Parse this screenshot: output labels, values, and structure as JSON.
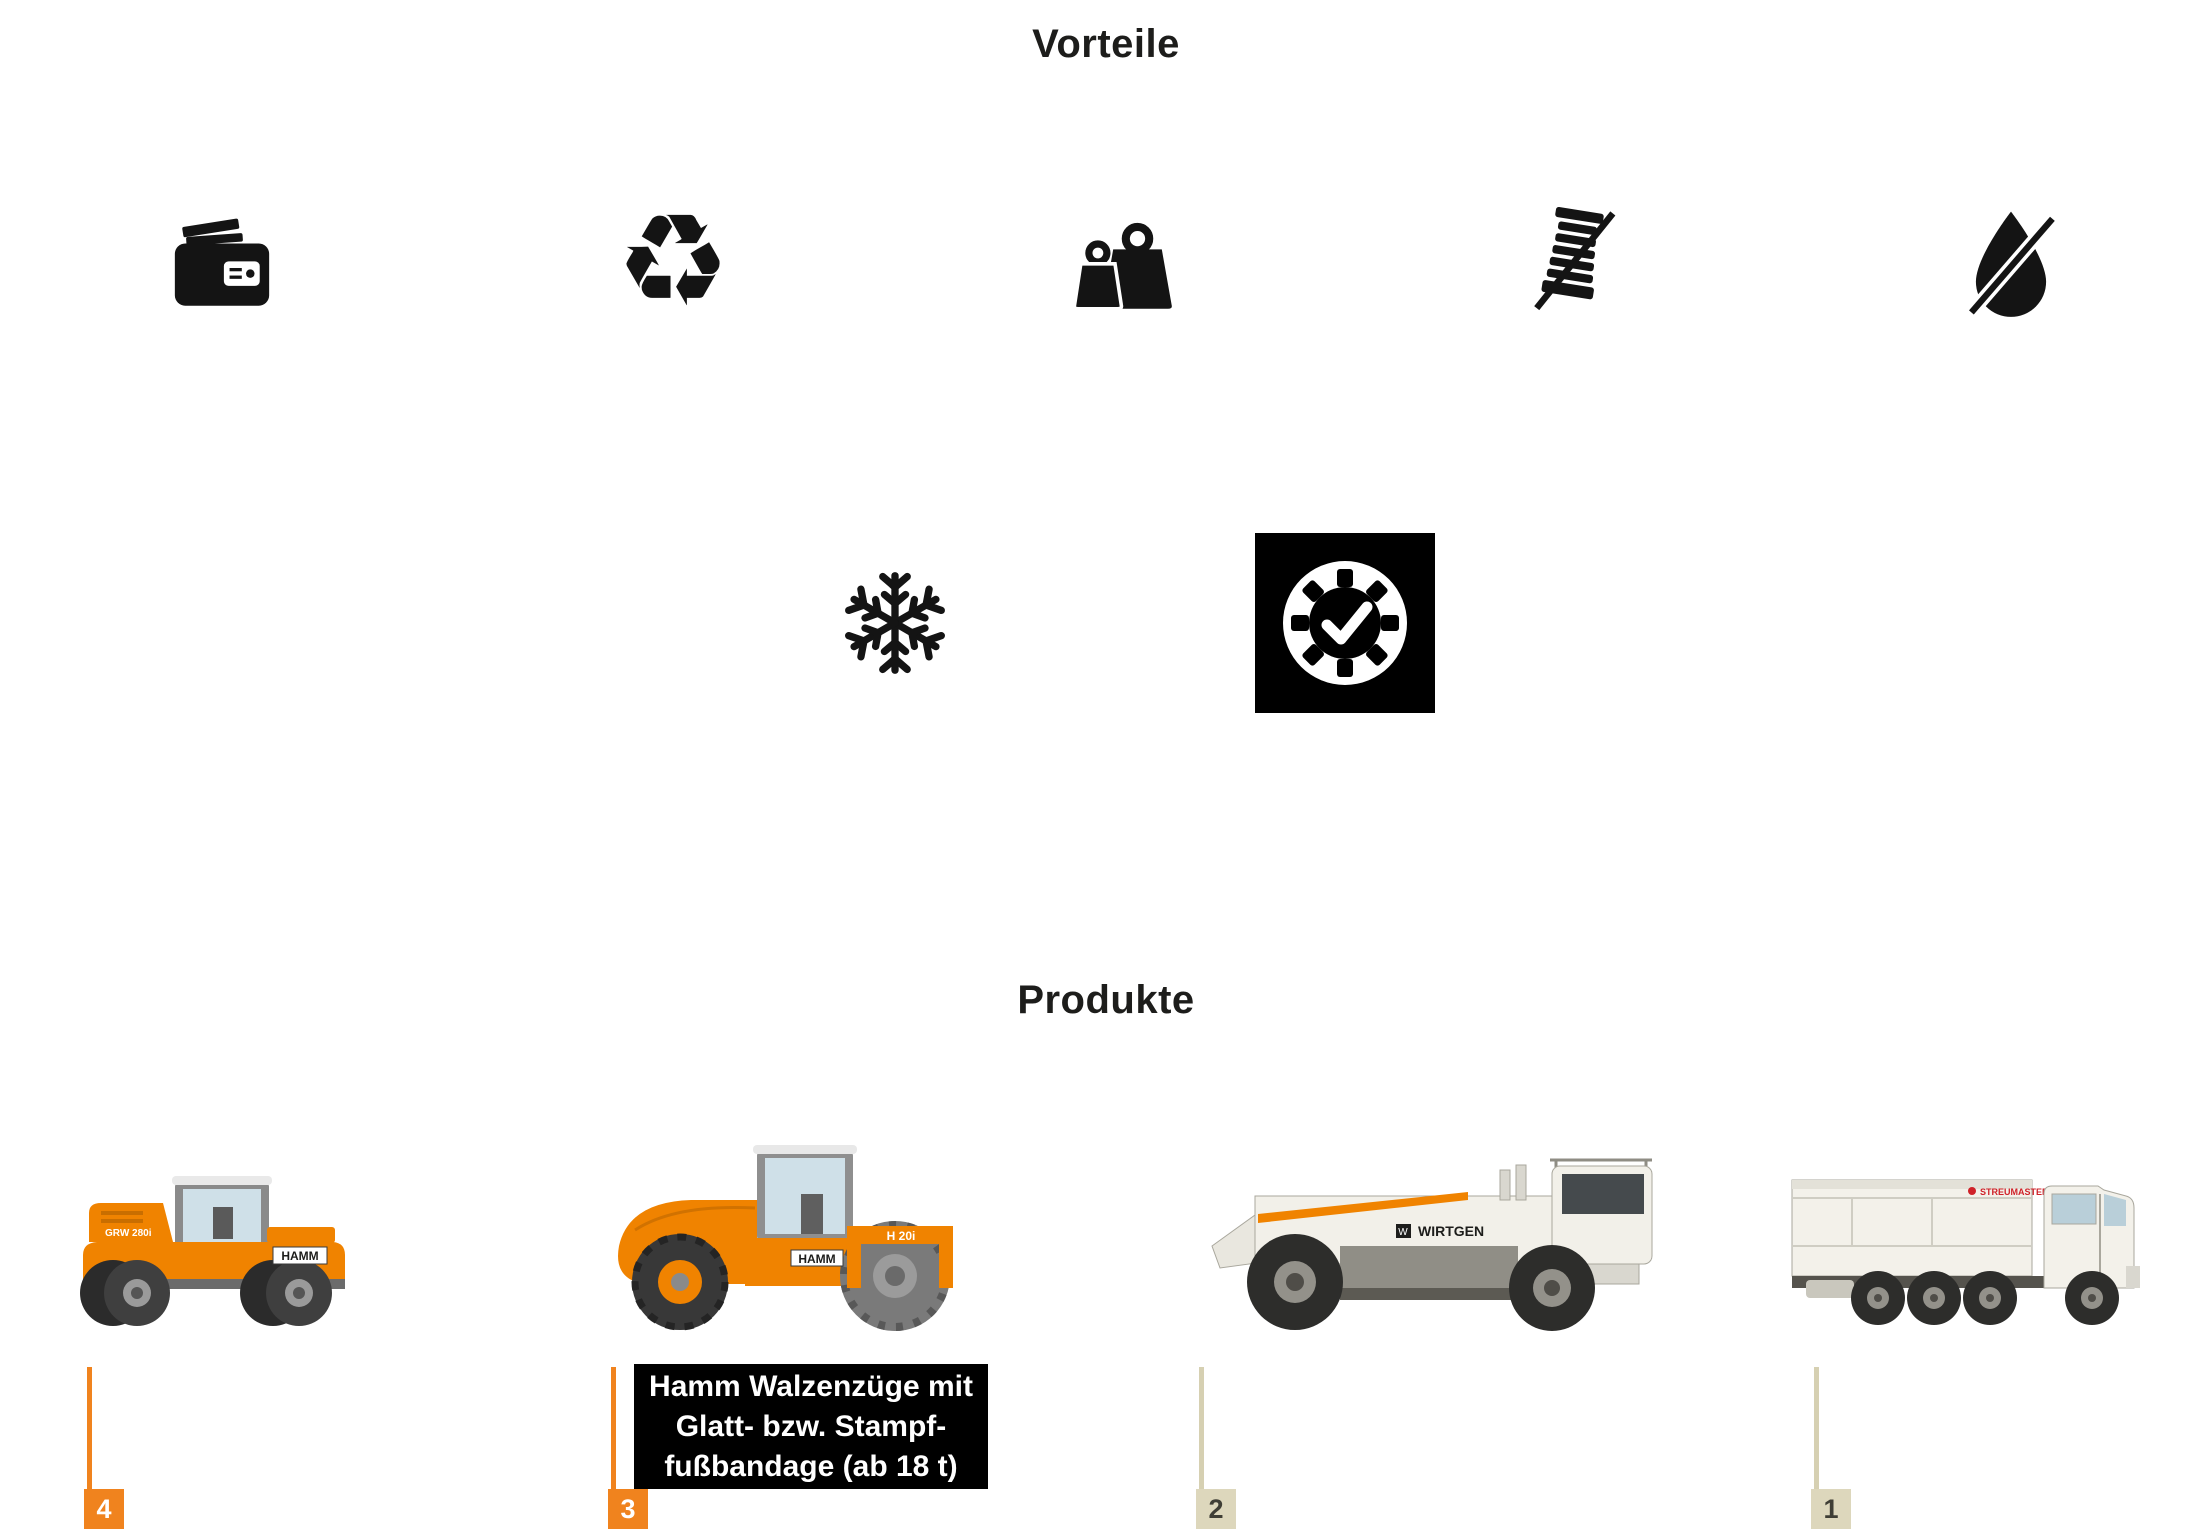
{
  "vorteile": {
    "title": "Vorteile",
    "icons": [
      {
        "name": "wallet-icon"
      },
      {
        "name": "recycling-icon",
        "glyph": "♻"
      },
      {
        "name": "weights-icon"
      },
      {
        "name": "no-settlement-tower-icon"
      },
      {
        "name": "no-water-drop-icon"
      },
      {
        "name": "snowflake-icon"
      },
      {
        "name": "gear-check-icon"
      }
    ]
  },
  "produkte": {
    "title": "Produkte",
    "items": [
      {
        "number": "4",
        "badge_color": "#f0831e",
        "labels": {
          "brand": "HAMM",
          "model": "GRW 280i"
        }
      },
      {
        "number": "3",
        "badge_color": "#f0831e",
        "labels": {
          "brand": "HAMM",
          "model": "H 20i"
        },
        "tooltip": {
          "line1": "Hamm Walzenzüge mit",
          "line2": "Glatt- bzw. Stampf-",
          "line3": "fußbandage (ab 18 t)"
        }
      },
      {
        "number": "2",
        "badge_color": "#ddd7bc",
        "labels": {
          "brand": "WIRTGEN",
          "logo_letter": "W"
        }
      },
      {
        "number": "1",
        "badge_color": "#ddd7bc",
        "labels": {
          "brand": "STREUMASTER"
        }
      }
    ]
  },
  "colors": {
    "accent_orange": "#f0831e",
    "accent_beige": "#ddd7bc",
    "icon_black": "#141414",
    "tooltip_bg": "#000000",
    "hamm_orange": "#f08300"
  }
}
